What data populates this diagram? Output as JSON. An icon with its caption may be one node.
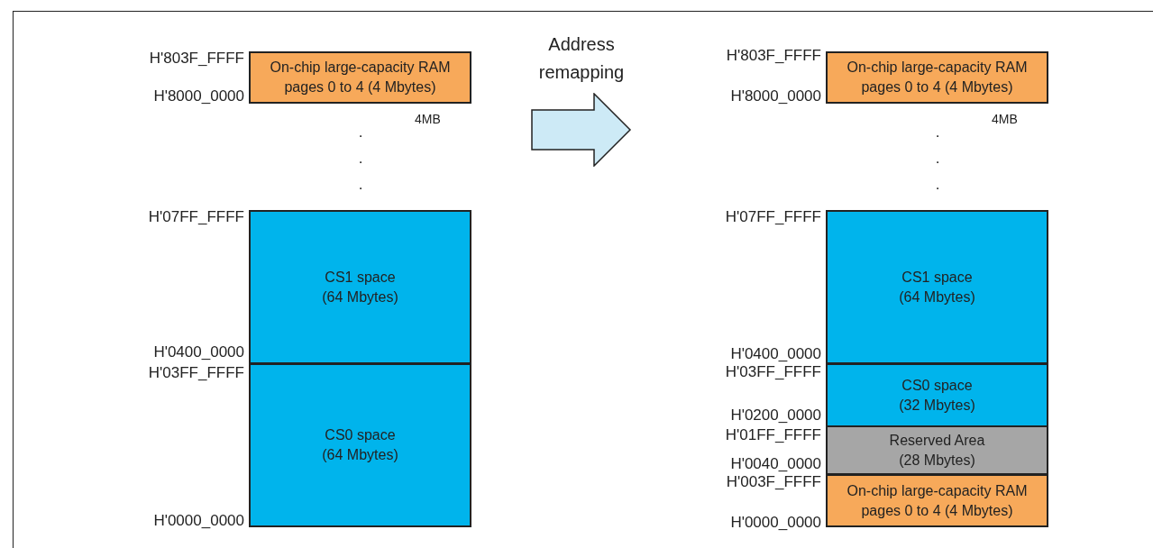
{
  "diagram": {
    "nodes": [
      {
        "text": [
          "On-chip large-capacity RAM pages 0 to 4 (4 Mbytes)"
        ]
      },
      {
        "text": [
          "CS1 space (64 Mbytes)"
        ]
      },
      {
        "text": [
          "CS0 space (64 Mbytes)"
        ]
      },
      {
        "text": [
          "Address remapping"
        ]
      },
      {
        "text": [
          "On-chip large-capacity RAM pages 0 to 4 (4 Mbytes)"
        ]
      },
      {
        "text": [
          "CS1 space (64 Mbytes)"
        ]
      },
      {
        "text": [
          "CS0 space (32 Mbytes)"
        ]
      },
      {
        "text": [
          "Reserved Area (28 Mbytes)"
        ]
      },
      {
        "text": [
          "On-chip large-capacity RAM pages 0 to 4 (4 Mbytes)"
        ]
      }
    ],
    "labels": [
      "H'803F_FFFF",
      "H'8000_0000",
      "4MB",
      ".",
      ".",
      ".",
      "H'07FF_FFFF",
      "H'0400_0000",
      "H'03FF_FFFF",
      "H'0000_0000",
      "H'803F_FFFF",
      "H'8000_0000",
      "4MB",
      ".",
      ".",
      ".",
      "H'07FF_FFFF",
      "H'0400_0000",
      "H'03FF_FFFF",
      "H'0200_0000",
      "H'01FF_FFFF",
      "H'0040_0000",
      "H'003F_FFFF",
      "H'0000_0000"
    ]
  }
}
